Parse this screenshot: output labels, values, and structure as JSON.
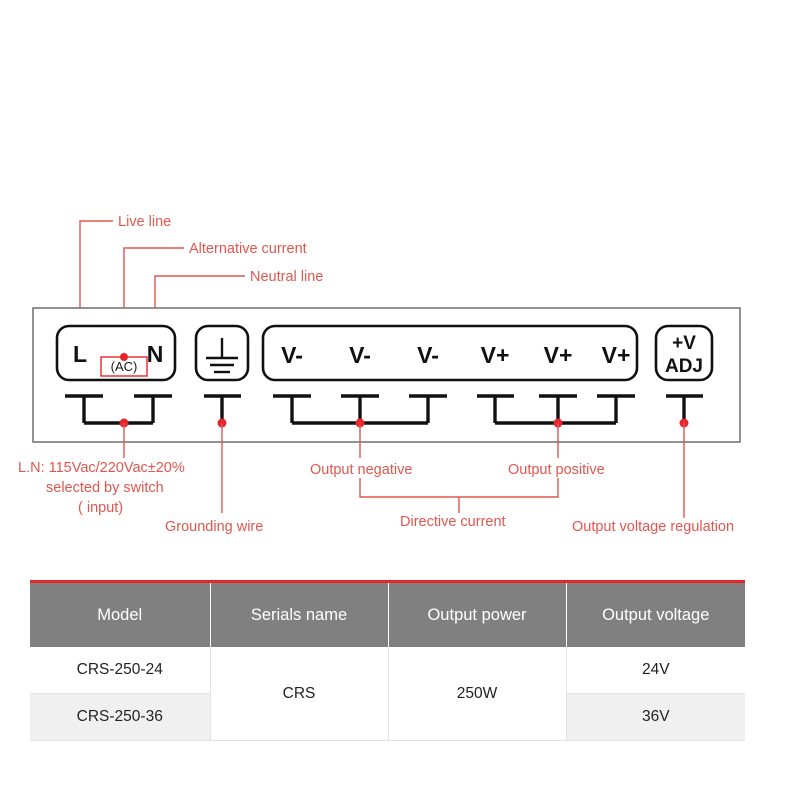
{
  "diagram": {
    "title": "Power supply terminal block wiring diagram",
    "colors": {
      "annotation_red": "#e2564f",
      "accent_red": "#e8252a",
      "terminal_black": "#111111",
      "enclosure_gray": "#777777",
      "table_header_gray": "#808080",
      "table_alt_row": "#f0f0f0"
    },
    "terminals": {
      "ac_group": [
        "L",
        "N"
      ],
      "ac_sublabel": "(AC)",
      "ground_symbol": "earth-ground-symbol",
      "output_group": [
        "V-",
        "V-",
        "V-",
        "V+",
        "V+",
        "V+"
      ],
      "adj_line1": "+V",
      "adj_line2": "ADJ"
    },
    "callouts_top": [
      {
        "label": "Live line"
      },
      {
        "label": "Alternative current"
      },
      {
        "label": "Neutral line"
      }
    ],
    "callouts_bottom": [
      {
        "label_line1": "L.N: 115Vac/220Vac±20%",
        "label_line2": "selected by switch",
        "label_line3": "( input)"
      },
      {
        "label": "Grounding wire"
      },
      {
        "label": "Output negative"
      },
      {
        "label": "Output positive"
      },
      {
        "label": "Directive current"
      },
      {
        "label": "Output voltage regulation"
      }
    ]
  },
  "table": {
    "headers": [
      "Model",
      "Serials name",
      "Output power",
      "Output voltage"
    ],
    "rows": [
      {
        "model": "CRS-250-24",
        "serials_name": "CRS",
        "output_power": "250W",
        "output_voltage": "24V"
      },
      {
        "model": "CRS-250-36",
        "serials_name": "CRS",
        "output_power": "250W",
        "output_voltage": "36V"
      }
    ],
    "merged_serials_name": "CRS",
    "merged_output_power": "250W"
  }
}
